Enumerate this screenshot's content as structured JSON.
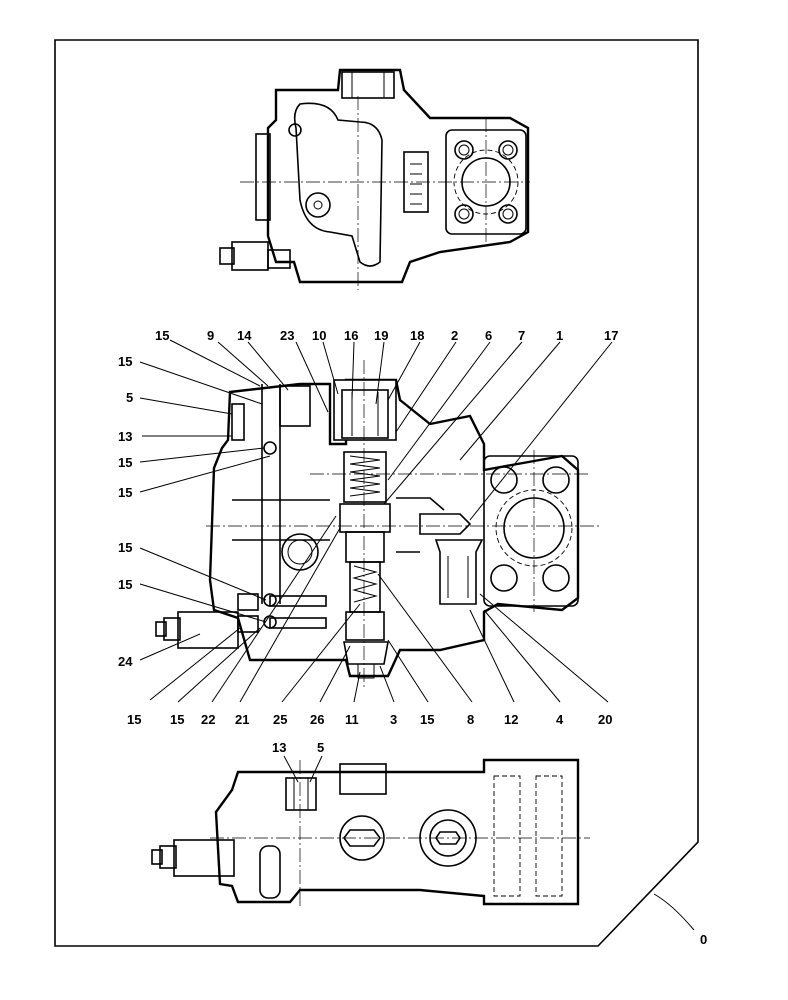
{
  "callouts": {
    "c15a": "15",
    "c9": "9",
    "c14": "14",
    "c23": "23",
    "c10": "10",
    "c16": "16",
    "c19": "19",
    "c18": "18",
    "c2": "2",
    "c6": "6",
    "c7": "7",
    "c1": "1",
    "c17": "17",
    "c15b": "15",
    "c5": "5",
    "c13": "13",
    "c15c": "15",
    "c15d": "15",
    "c15e": "15",
    "c15f": "15",
    "c24": "24",
    "c15g": "15",
    "c15h": "15",
    "c22": "22",
    "c21": "21",
    "c25": "25",
    "c26": "26",
    "c11": "11",
    "c3": "3",
    "c15i": "15",
    "c8": "8",
    "c12": "12",
    "c4": "4",
    "c20": "20",
    "c13b": "13",
    "c5b": "5",
    "c0": "0"
  }
}
